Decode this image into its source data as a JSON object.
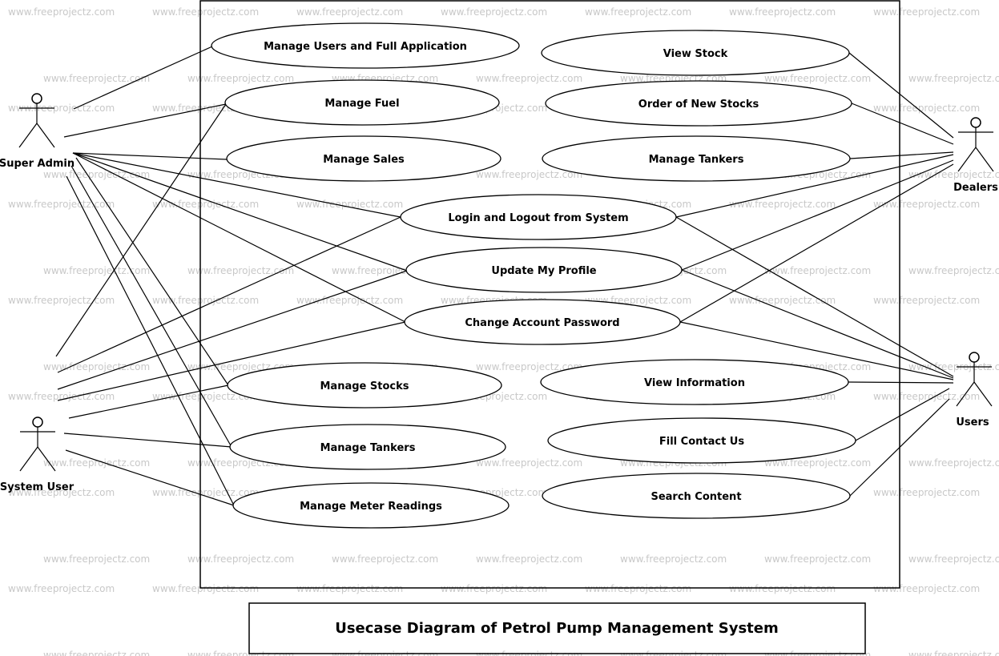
{
  "watermark_text": "www.freeprojectz.com",
  "title": "Usecase Diagram of Petrol Pump Management System",
  "actors": [
    {
      "id": "super-admin",
      "label": "Super Admin"
    },
    {
      "id": "system-user",
      "label": "System User"
    },
    {
      "id": "dealers",
      "label": "Dealers"
    },
    {
      "id": "users",
      "label": "Users"
    }
  ],
  "usecases": [
    {
      "id": "manage-users-full-app",
      "label": "Manage Users and Full Application"
    },
    {
      "id": "manage-fuel",
      "label": "Manage Fuel"
    },
    {
      "id": "manage-sales",
      "label": "Manage Sales"
    },
    {
      "id": "view-stock",
      "label": "View Stock"
    },
    {
      "id": "order-new-stocks",
      "label": "Order of New Stocks"
    },
    {
      "id": "manage-tankers-right",
      "label": "Manage Tankers"
    },
    {
      "id": "login-logout",
      "label": "Login and Logout from System"
    },
    {
      "id": "update-profile",
      "label": "Update My Profile"
    },
    {
      "id": "change-password",
      "label": "Change Account Password"
    },
    {
      "id": "manage-stocks",
      "label": "Manage Stocks"
    },
    {
      "id": "manage-tankers-left",
      "label": "Manage Tankers"
    },
    {
      "id": "manage-meter-readings",
      "label": "Manage Meter Readings"
    },
    {
      "id": "view-information",
      "label": "View Information"
    },
    {
      "id": "fill-contact-us",
      "label": "Fill Contact Us"
    },
    {
      "id": "search-content",
      "label": "Search Content"
    }
  ],
  "associations": [
    {
      "actor": "super-admin",
      "usecase": "manage-users-full-app"
    },
    {
      "actor": "super-admin",
      "usecase": "manage-fuel"
    },
    {
      "actor": "super-admin",
      "usecase": "manage-sales"
    },
    {
      "actor": "super-admin",
      "usecase": "login-logout"
    },
    {
      "actor": "super-admin",
      "usecase": "update-profile"
    },
    {
      "actor": "super-admin",
      "usecase": "change-password"
    },
    {
      "actor": "super-admin",
      "usecase": "manage-stocks"
    },
    {
      "actor": "super-admin",
      "usecase": "manage-tankers-left"
    },
    {
      "actor": "super-admin",
      "usecase": "manage-meter-readings"
    },
    {
      "actor": "system-user",
      "usecase": "manage-fuel"
    },
    {
      "actor": "system-user",
      "usecase": "login-logout"
    },
    {
      "actor": "system-user",
      "usecase": "update-profile"
    },
    {
      "actor": "system-user",
      "usecase": "change-password"
    },
    {
      "actor": "system-user",
      "usecase": "manage-stocks"
    },
    {
      "actor": "system-user",
      "usecase": "manage-tankers-left"
    },
    {
      "actor": "system-user",
      "usecase": "manage-meter-readings"
    },
    {
      "actor": "dealers",
      "usecase": "view-stock"
    },
    {
      "actor": "dealers",
      "usecase": "order-new-stocks"
    },
    {
      "actor": "dealers",
      "usecase": "manage-tankers-right"
    },
    {
      "actor": "dealers",
      "usecase": "login-logout"
    },
    {
      "actor": "dealers",
      "usecase": "update-profile"
    },
    {
      "actor": "dealers",
      "usecase": "change-password"
    },
    {
      "actor": "users",
      "usecase": "login-logout"
    },
    {
      "actor": "users",
      "usecase": "update-profile"
    },
    {
      "actor": "users",
      "usecase": "change-password"
    },
    {
      "actor": "users",
      "usecase": "view-information"
    },
    {
      "actor": "users",
      "usecase": "fill-contact-us"
    },
    {
      "actor": "users",
      "usecase": "search-content"
    }
  ]
}
